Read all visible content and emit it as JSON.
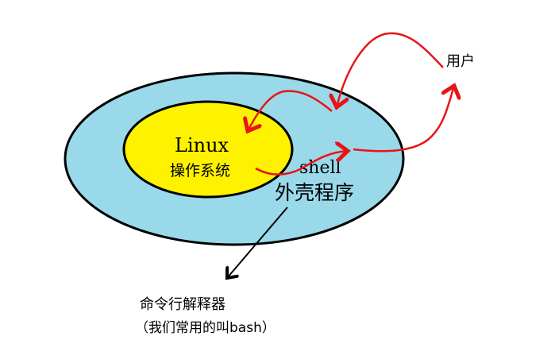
{
  "diagram": {
    "inner": {
      "line1": "Linux",
      "line2": "操作系统"
    },
    "outer": {
      "line1": "shell",
      "line2": "外壳程序"
    },
    "user_label": "用户",
    "annotation": {
      "line1": "命令行解释器",
      "line2": "（我们常用的叫bash）"
    },
    "colors": {
      "outer_fill": "#99D9EA",
      "inner_fill": "#FFF200",
      "outline": "#000000",
      "arrow_red": "#E81416",
      "arrow_black": "#000000"
    }
  }
}
